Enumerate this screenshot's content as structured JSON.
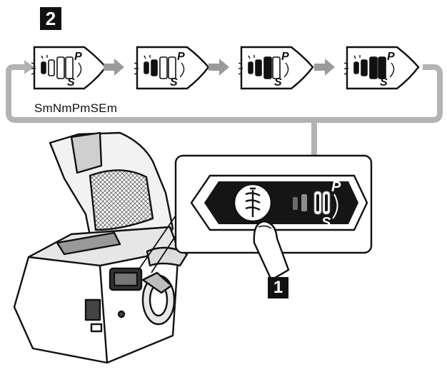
{
  "callouts": {
    "step_1": "1",
    "step_2": "2"
  },
  "sequence": {
    "label": "SmNmPmSEm",
    "panels": [
      {
        "lit_bars": 0
      },
      {
        "lit_bars": 1
      },
      {
        "lit_bars": 2
      },
      {
        "lit_bars": 3
      }
    ]
  },
  "panel_letters": {
    "p": "P",
    "s": "S"
  },
  "colors": {
    "line": "#111111",
    "loop_line": "#b0b0b0",
    "arrow": "#9a9a9a",
    "panel_fill": "#ffffff",
    "tool_shade": "#d8d8d8"
  }
}
